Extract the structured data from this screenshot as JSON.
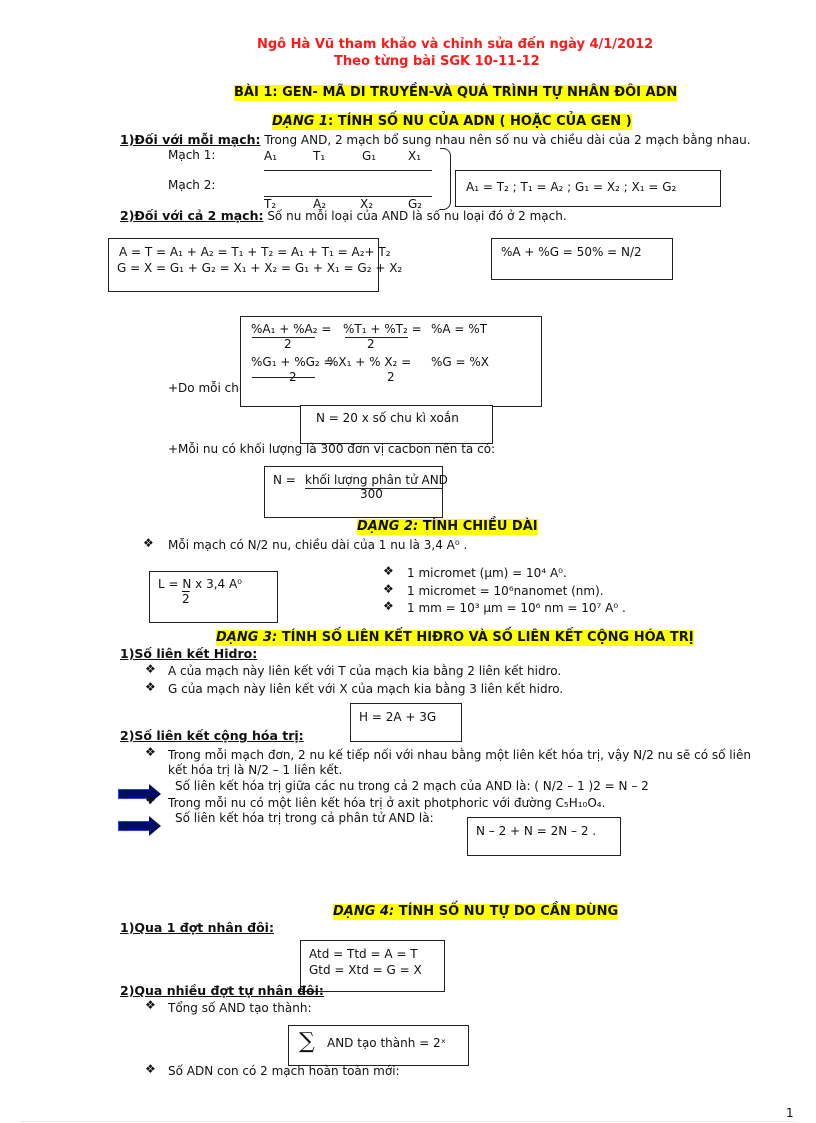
{
  "header": {
    "line1": "Ngô Hà Vũ tham khảo và chỉnh sửa đến ngày 4/1/2012",
    "line2": "Theo từng bài SGK 10-11-12"
  },
  "lesson_title": "BÀI  1: GEN- MÃ DI TRUYỀN-VÀ QUÁ TRÌNH TỰ NHÂN ĐÔI ADN",
  "dang1": {
    "label": "DẠNG 1",
    "title": ": TÍNH SỐ NU CỦA ADN  ( HOẶC CỦA GEN )",
    "s1_head": "1)Đối với mỗi mạch:",
    "s1_text": " Trong AND, 2 mạch bổ sung nhau nên số nu và chiều dài của 2 mạch bằng nhau.",
    "mach1": "Mạch 1:",
    "mach2": "Mạch 2:",
    "m1": [
      "A₁",
      "T₁",
      "G₁",
      "X₁"
    ],
    "m2": [
      "T₂",
      "A₂",
      "X₂",
      "G₂"
    ],
    "pair_formula": "A₁ = T₂ ; T₁ = A₂ ; G₁ = X₂ ; X₁ = G₂",
    "s2_head": "2)Đối với cả 2 mạch:",
    "s2_text": " Số nu mỗi loại của AND là số nu loại đó ở 2 mạch.",
    "sum_line1": "A = T = A₁ + A₂ = T₁ + T₂ = A₁ + T₁ = A₂+ T₂",
    "sum_line2": "G = X = G₁ + G₂ = X₁ + X₂ = G₁ + X₁ = G₂ + X₂",
    "percent_formula": "%A + %G = 50% = N/2",
    "pct_a_num1": "%A₁ + %A₂ =",
    "pct_a_num2": "%T₁ + %T₂ =",
    "pct_a_rest": "%A = %T",
    "den": "2",
    "pct_g_num1": "%G₁ + %G₂ =",
    "pct_g_num2": "%X₁ + % X₂ =",
    "pct_g_rest": "%G = %X",
    "do_moi": "+Do mỗi ch",
    "chu_ki": "N = 20 x số chu kì xoắn",
    "moi_nu": "+Mỗi nu có khối lượng là 300 đơn vị cacbon nên ta có:",
    "mass_lhs": "N =",
    "mass_num": "khối lượng phân tử AND",
    "mass_den": "300"
  },
  "dang2": {
    "label": "DẠNG 2:",
    "title": " TÍNH CHIỀU DÀI",
    "bullet1": "Mỗi mạch có N/2 nu, chiều dài của 1 nu là 3,4 A⁰ .",
    "l_formula": "L = N x 3,4 A⁰",
    "l_den": "2",
    "units": [
      "1 micromet (µm) = 10⁴ A⁰.",
      "1 micromet = 10⁶nanomet (nm).",
      "1 mm = 10³ µm = 10⁶ nm = 10⁷ A⁰ ."
    ]
  },
  "dang3": {
    "label": "DẠNG 3:",
    "title": " TÍNH SỐ LIÊN KẾT HIĐRO VÀ SỐ LIÊN KẾT CỘNG HÓA TRỊ",
    "s1_head": "1)Số liên kết Hidro:",
    "b1": "A của mạch này liên kết với T của mạch kia bằng 2 liên kết hidro.",
    "b2": "G của mạch này liên kết với X của mạch kia bằng 3 liên kết hidro.",
    "h_formula": "H = 2A + 3G",
    "s2_head": "2)Số liên kết cộng hóa trị:",
    "b3a": "Trong mỗi mạch đơn, 2 nu kế tiếp nối  với nhau bằng một liên kết hóa trị, vậy N/2 nu sẽ có số liên",
    "b3b": "kết hóa trị là N/2 – 1 liên kết.",
    "arrow1": "Số liên kết hóa trị giữa các nu trong cả 2 mạch của AND là: ( N/2 – 1 )2 = N – 2",
    "b4": "Trong mỗi nu có một liên kết hóa trị ở axit photphoric với đường C₅H₁₀O₄.",
    "arrow2": "Số liên kết hóa trị trong cả phân tử AND là:",
    "total_formula": "N – 2 + N = 2N – 2 ."
  },
  "dang4": {
    "label": "DẠNG 4:",
    "title": "  TÍNH SỐ NU TỰ DO CẦN DÙNG",
    "s1_head": "1)Qua 1 đợt nhân đôi:",
    "f1": "Atd = Ttd = A = T",
    "f2": "Gtd = Xtd = G = X",
    "s2_head": "2)Qua nhiều đợt tự nhân đôi:",
    "b1": "Tổng số AND tạo thành:",
    "sigma": "∑",
    "sum_text": "AND tạo thành = 2ˣ",
    "b2": "Số ADN con có 2 mạch hoàn toàn mới:"
  },
  "page_number": "1",
  "bullet_glyph": "❖",
  "colors": {
    "header": "#ff1a1a",
    "highlight": "#ffff00",
    "arrow": "#000d66"
  }
}
